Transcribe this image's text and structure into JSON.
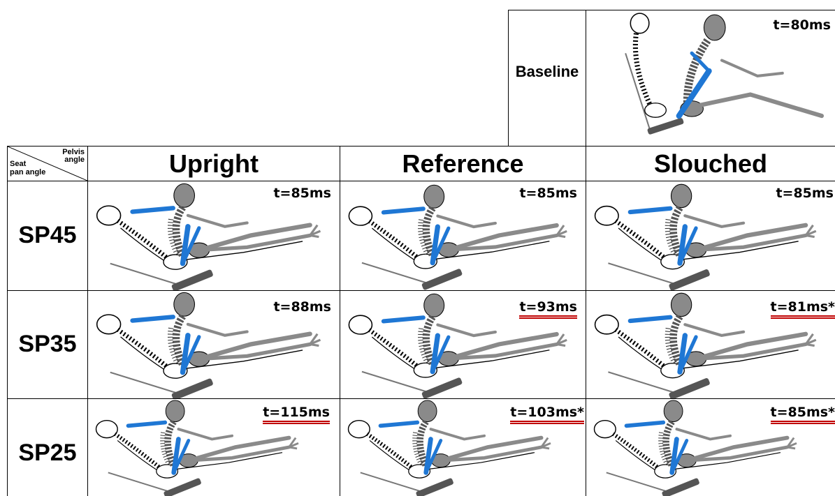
{
  "baseline": {
    "label": "Baseline",
    "time": "t=80ms",
    "underlined": false
  },
  "corner": {
    "pelvis": "Pelvis",
    "angle": "angle",
    "seat": "Seat",
    "pan_angle": "pan angle"
  },
  "columns": [
    "Upright",
    "Reference",
    "Slouched"
  ],
  "rows": [
    {
      "label": "SP45",
      "cells": [
        {
          "time": "t=85ms",
          "underlined": false
        },
        {
          "time": "t=85ms",
          "underlined": false
        },
        {
          "time": "t=85ms",
          "underlined": false
        }
      ]
    },
    {
      "label": "SP35",
      "cells": [
        {
          "time": "t=88ms",
          "underlined": false
        },
        {
          "time": "t=93ms",
          "underlined": true
        },
        {
          "time": "t=81ms*",
          "underlined": true
        }
      ]
    },
    {
      "label": "SP25",
      "cells": [
        {
          "time": "t=115ms",
          "underlined": true
        },
        {
          "time": "t=103ms*",
          "underlined": true
        },
        {
          "time": "t=85ms*",
          "underlined": true
        }
      ]
    }
  ],
  "colors": {
    "belt": "#1f77d4",
    "occupant": "#8a8a8a",
    "underline": "#c00000",
    "grid": "#000000"
  }
}
